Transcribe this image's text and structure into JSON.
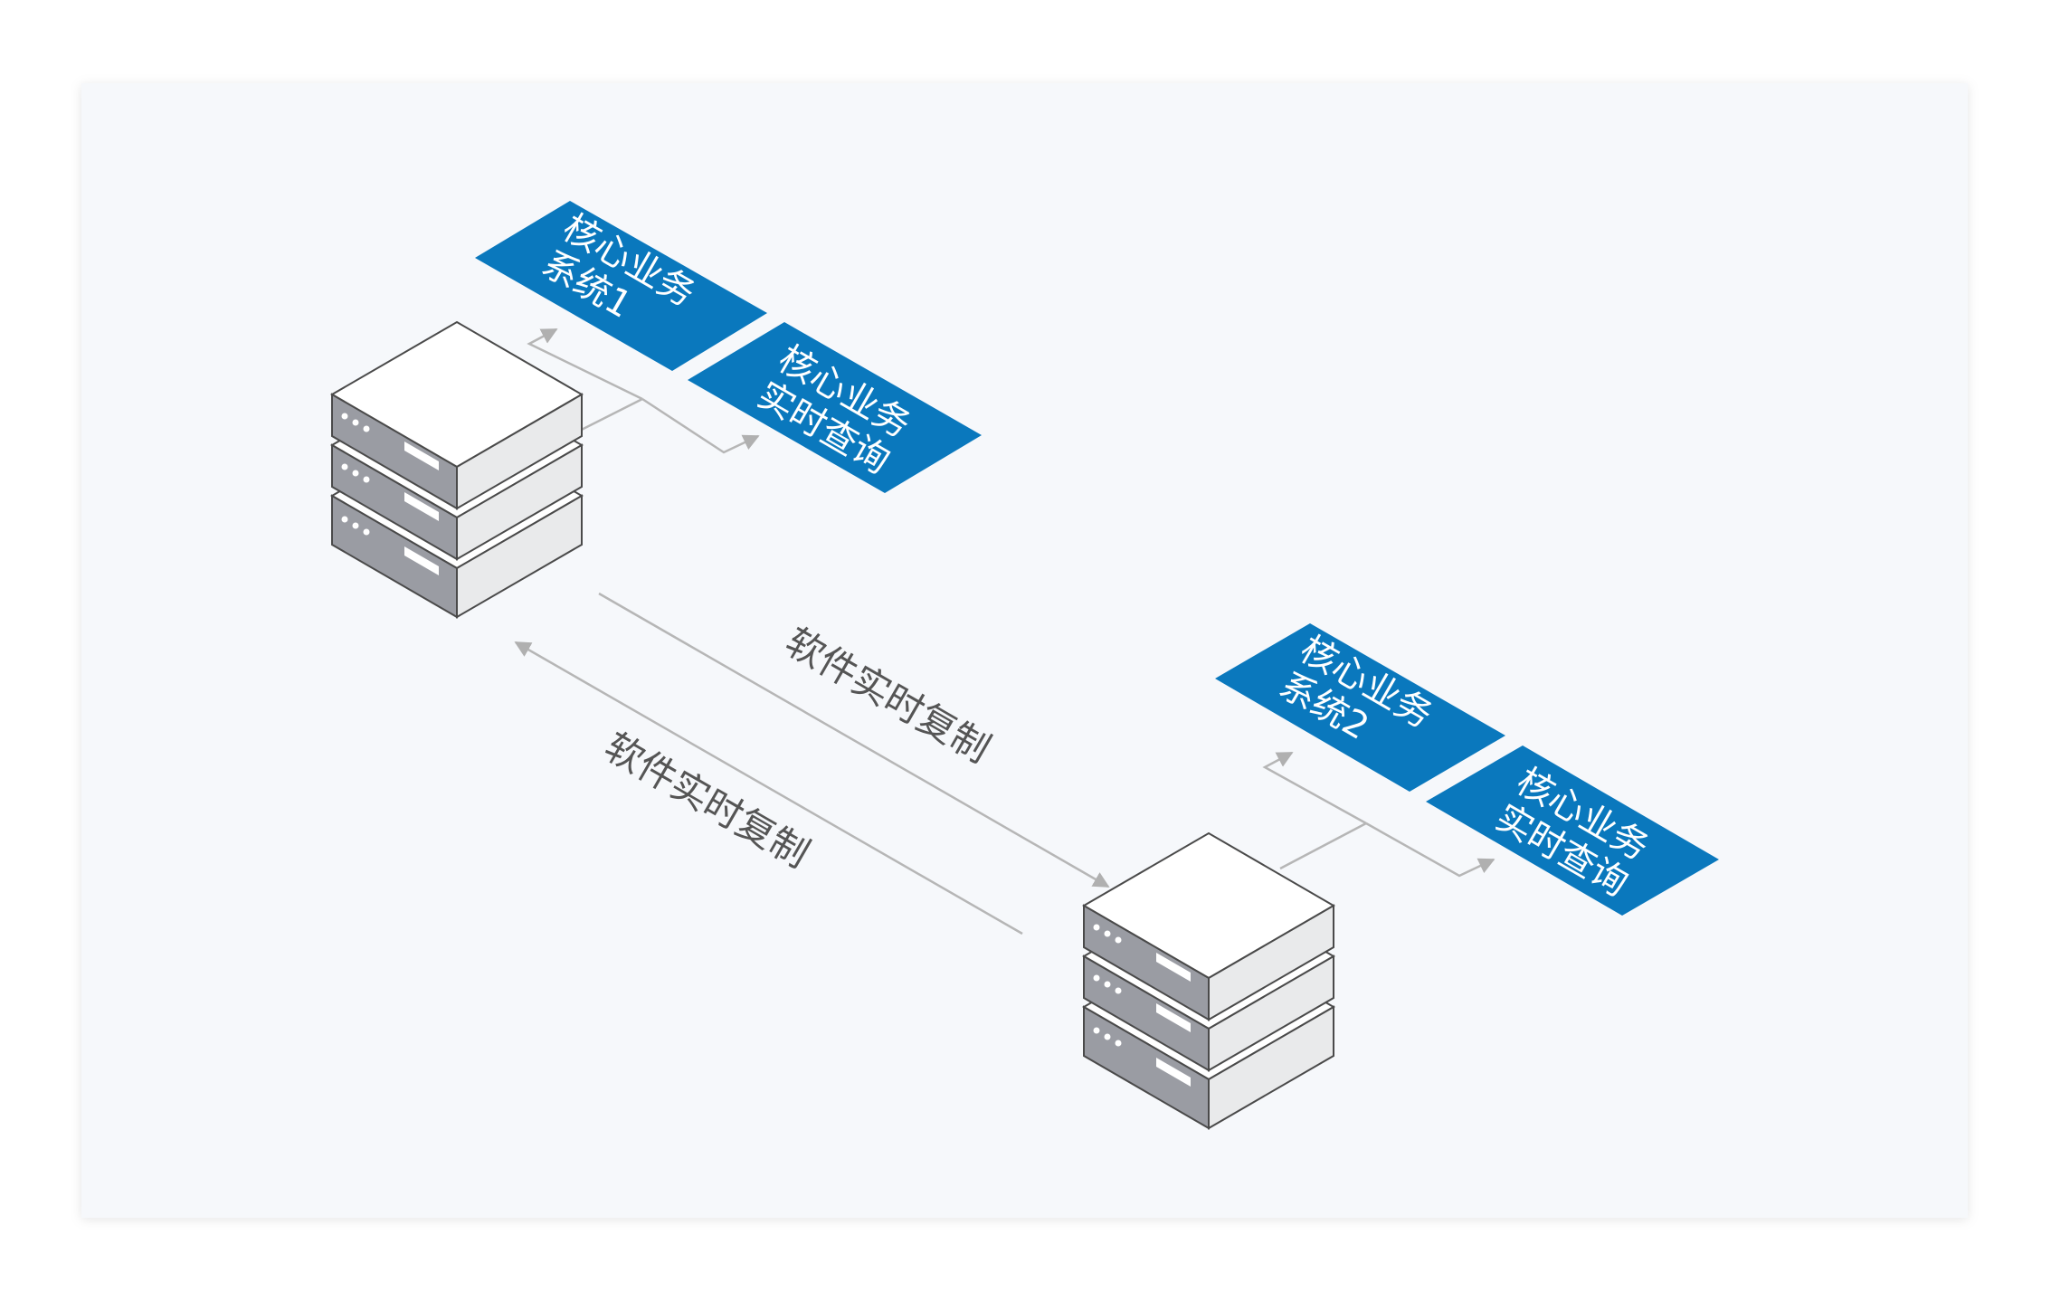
{
  "colors": {
    "panel_background": "#f6f8fb",
    "card_fill": "#0a78bd",
    "card_text": "#ffffff",
    "connector": "#b6b6b6",
    "label_text": "#555555",
    "server_top": "#ffffff",
    "server_left": "#9a9ca3",
    "server_right": "#e9eaeb",
    "server_outline": "#4a4a4a"
  },
  "diagram": {
    "site1": {
      "cards": [
        {
          "id": "core-system-1",
          "lines": [
            "核心业务",
            "系统1"
          ]
        },
        {
          "id": "realtime-query-1",
          "lines": [
            "核心业务",
            "实时查询"
          ]
        }
      ]
    },
    "site2": {
      "cards": [
        {
          "id": "core-system-2",
          "lines": [
            "核心业务",
            "系统2"
          ]
        },
        {
          "id": "realtime-query-2",
          "lines": [
            "核心业务",
            "实时查询"
          ]
        }
      ]
    },
    "replication": {
      "forward_label": "软件实时复制",
      "backward_label": "软件实时复制"
    }
  }
}
